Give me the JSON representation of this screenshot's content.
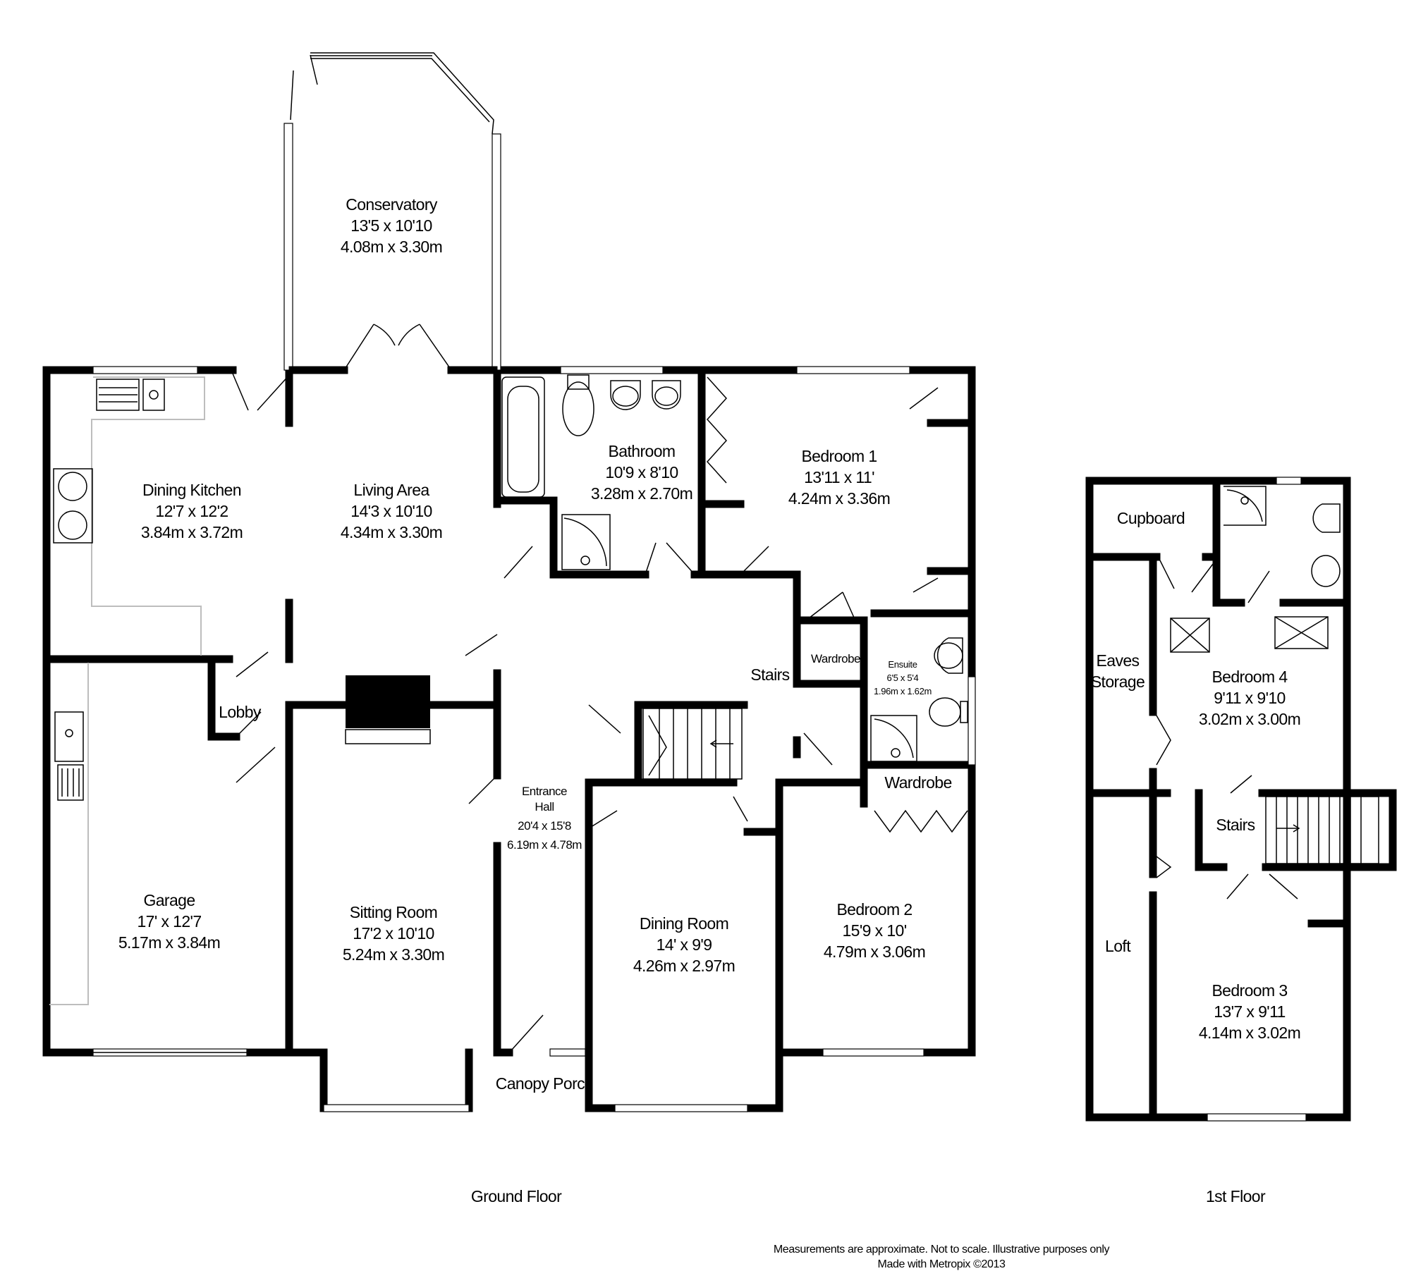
{
  "ground_floor": {
    "heading": "Ground Floor",
    "rooms": [
      {
        "id": "conservatory",
        "name": "Conservatory",
        "imperial": "13'5 x 10'10",
        "metric": "4.08m x 3.30m"
      },
      {
        "id": "dining_kitchen",
        "name": "Dining Kitchen",
        "imperial": "12'7 x 12'2",
        "metric": "3.84m x 3.72m"
      },
      {
        "id": "living_area",
        "name": "Living Area",
        "imperial": "14'3 x 10'10",
        "metric": "4.34m x 3.30m"
      },
      {
        "id": "bathroom",
        "name": "Bathroom",
        "imperial": "10'9 x 8'10",
        "metric": "3.28m x 2.70m"
      },
      {
        "id": "bedroom_1",
        "name": "Bedroom 1",
        "imperial": "13'11 x 11'",
        "metric": "4.24m x 3.36m"
      },
      {
        "id": "garage",
        "name": "Garage",
        "imperial": "17' x 12'7",
        "metric": "5.17m x 3.84m"
      },
      {
        "id": "sitting_room",
        "name": "Sitting Room",
        "imperial": "17'2 x 10'10",
        "metric": "5.24m x 3.30m"
      },
      {
        "id": "entrance_hall",
        "name": "Entrance\nHall",
        "imperial": "20'4 x 15'8",
        "metric": "6.19m x 4.78m"
      },
      {
        "id": "dining_room",
        "name": "Dining Room",
        "imperial": "14' x 9'9",
        "metric": "4.26m x 2.97m"
      },
      {
        "id": "bedroom_2",
        "name": "Bedroom 2",
        "imperial": "15'9 x 10'",
        "metric": "4.79m x 3.06m"
      },
      {
        "id": "ensuite",
        "name": "Ensuite",
        "imperial": "6'5 x 5'4",
        "metric": "1.96m x 1.62m"
      }
    ],
    "labels": {
      "lobby": "Lobby",
      "wardrobe_upper": "Wardrobe",
      "wardrobe_lower": "Wardrobe",
      "stairs": "Stairs",
      "canopy_porch": "Canopy Porch"
    }
  },
  "first_floor": {
    "heading": "1st Floor",
    "rooms": [
      {
        "id": "bedroom_4",
        "name": "Bedroom 4",
        "imperial": "9'11 x 9'10",
        "metric": "3.02m x 3.00m"
      },
      {
        "id": "bedroom_3",
        "name": "Bedroom 3",
        "imperial": "13'7 x 9'11",
        "metric": "4.14m x 3.02m"
      }
    ],
    "labels": {
      "cupboard": "Cupboard",
      "eaves_storage": "Eaves\nStorage",
      "stairs": "Stairs",
      "loft": "Loft"
    }
  },
  "footer": {
    "disclaimer": "Measurements are approximate.  Not to scale.  Illustrative purposes only",
    "credit": "Made with Metropix ©2013"
  }
}
